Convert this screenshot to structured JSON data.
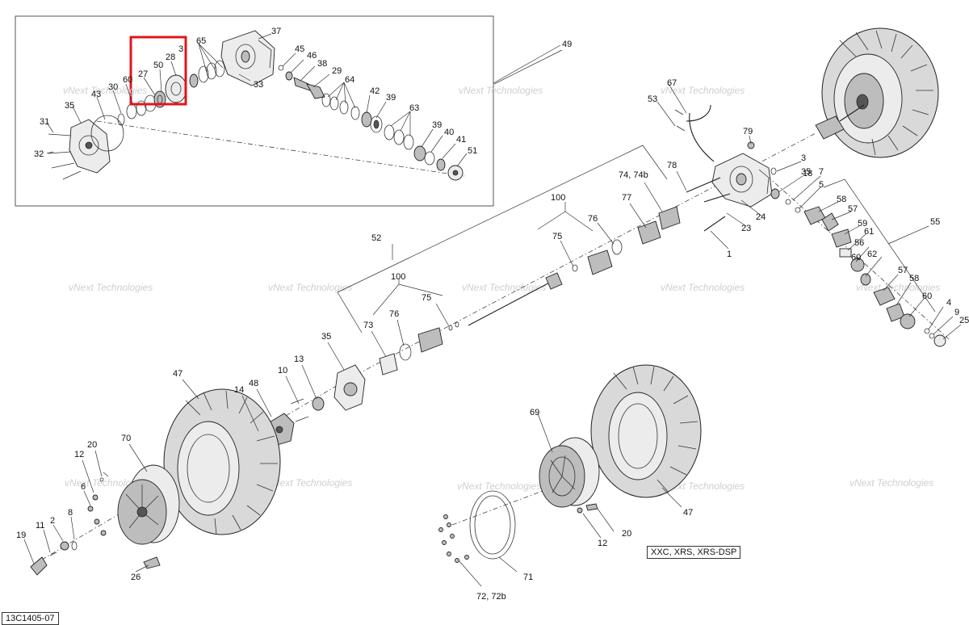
{
  "diagram": {
    "reference_code": "13C1405-07",
    "model_label": "XXC, XRS, XRS-DSP",
    "watermark_line1": "vNext Technologies",
    "watermark_line2": "vNext",
    "watermark_line3": "Technologies",
    "callouts": {
      "c1": "1",
      "c2": "2",
      "c3": "3",
      "c3b": "3",
      "c4": "4",
      "c5": "5",
      "c6": "6",
      "c7": "7",
      "c8": "8",
      "c9": "9",
      "c10": "10",
      "c11": "11",
      "c12": "12",
      "c12b": "12",
      "c13": "13",
      "c14": "14",
      "c18": "18",
      "c19": "19",
      "c20": "20",
      "c20b": "20",
      "c23": "23",
      "c24": "24",
      "c25": "25",
      "c26": "26",
      "c27": "27",
      "c28": "28",
      "c29": "29",
      "c30": "30",
      "c31": "31",
      "c32": "32",
      "c33": "33",
      "c35": "35",
      "c35b": "35",
      "c37": "37",
      "c38": "38",
      "c39": "39",
      "c39b": "39",
      "c40": "40",
      "c41": "41",
      "c42": "42",
      "c43": "43",
      "c45": "45",
      "c46": "46",
      "c47": "47",
      "c47b": "47",
      "c48": "48",
      "c49": "49",
      "c50": "50",
      "c51": "51",
      "c52": "52",
      "c53": "53",
      "c55": "55",
      "c56": "56",
      "c57": "57",
      "c57b": "57",
      "c58": "58",
      "c58b": "58",
      "c59": "59",
      "c60": "60",
      "c60b": "60",
      "c61": "61",
      "c62": "62",
      "c63": "63",
      "c64": "64",
      "c65": "65",
      "c67": "67",
      "c69": "69",
      "c70": "70",
      "c71": "71",
      "c72": "72, 72b",
      "c73": "73",
      "c74": "74, 74b",
      "c75": "75",
      "c75b": "75",
      "c76": "76",
      "c76b": "76",
      "c77": "77",
      "c78": "78",
      "c79": "79",
      "c100": "100",
      "c100b": "100"
    },
    "highlight_color": "#e3141b",
    "line_color": "#222222"
  }
}
